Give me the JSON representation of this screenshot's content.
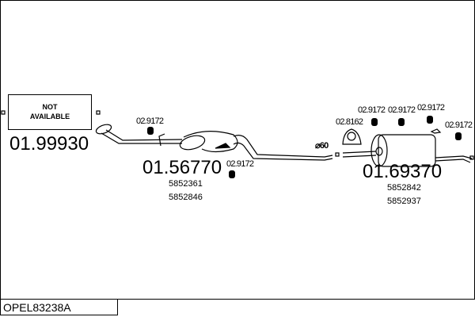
{
  "diagram_code": "OPEL83238A",
  "not_available_box": {
    "line1": "NOT",
    "line2": "AVAILABLE"
  },
  "parts": [
    {
      "number": "01.99930",
      "oe_refs": []
    },
    {
      "number": "01.56770",
      "oe_refs": [
        "5852361",
        "5852846"
      ]
    },
    {
      "number": "01.69370",
      "oe_refs": [
        "5852842",
        "5852937"
      ]
    }
  ],
  "accessories": {
    "front_hanger": "02.9172",
    "middle_hanger": "02.9172",
    "rear_clamp": "02.8162",
    "rear_hanger_1": "02.9172",
    "rear_hanger_2": "02.9172",
    "rear_hanger_3": "02.9172",
    "rear_hanger_4": "02.9172"
  },
  "pipe_diameter": "⌀60"
}
